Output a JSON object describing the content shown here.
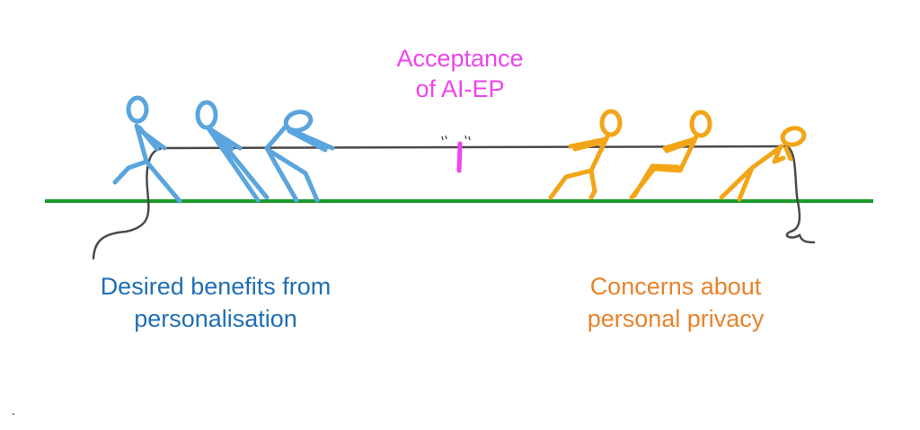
{
  "center_label": {
    "line1": "Acceptance",
    "line2": "of AI-EP"
  },
  "left_label": {
    "line1": "Desired benefits from",
    "line2": "personalisation"
  },
  "right_label": {
    "line1": "Concerns about",
    "line2": "personal privacy"
  },
  "footnote_mark": ".",
  "colors": {
    "left_team": "#5aa5dd",
    "right_team": "#f2a516",
    "ground": "#1a9a2a",
    "center": "#ee44ee",
    "left_text": "#1f6fb5",
    "right_text": "#e8832a"
  }
}
